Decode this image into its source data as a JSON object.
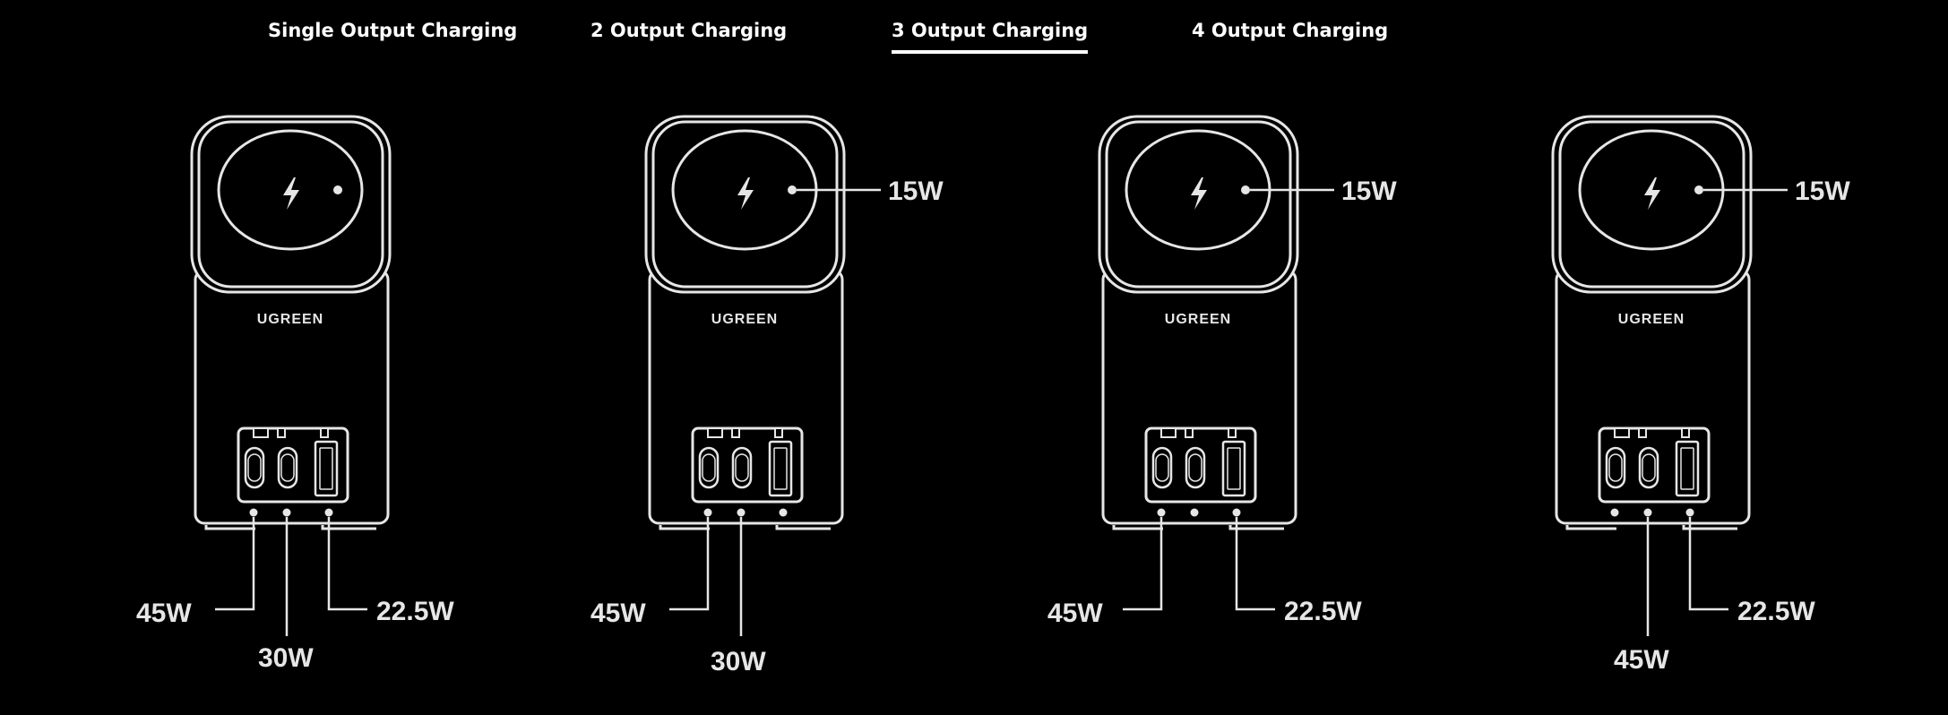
{
  "tabs": [
    {
      "label": "Single Output Charging",
      "active": false
    },
    {
      "label": "2 Output Charging",
      "active": false
    },
    {
      "label": "3 Output Charging",
      "active": true
    },
    {
      "label": "4 Output Charging",
      "active": false
    }
  ],
  "device": {
    "brand": "UGREEN",
    "ports": [
      "USB-C1",
      "USB-C2",
      "USB-A"
    ],
    "icons": {
      "wireless": "lightning-bolt-icon"
    }
  },
  "panels": [
    {
      "wireless": "",
      "c1": "45W",
      "c2": "30W",
      "a": "22.5W"
    },
    {
      "wireless": "15W",
      "c1": "45W",
      "c2": "30W",
      "a": ""
    },
    {
      "wireless": "15W",
      "c1": "45W",
      "c2": "",
      "a": "22.5W"
    },
    {
      "wireless": "15W",
      "c1": "",
      "c2": "45W",
      "a": "22.5W"
    }
  ],
  "colors": {
    "background": "#000000",
    "line": "#e6e6e6"
  }
}
